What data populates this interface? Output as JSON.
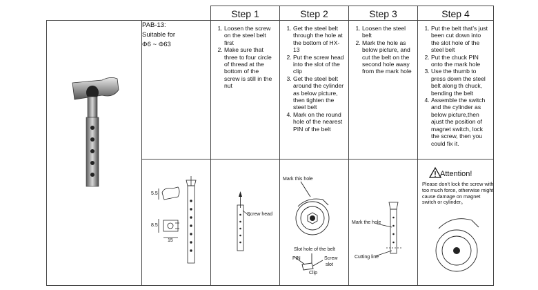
{
  "headers": {
    "step1": "Step 1",
    "step2": "Step 2",
    "step3": "Step 3",
    "step4": "Step 4"
  },
  "model": {
    "line1": "PAB-13:",
    "line2": "Suitable for",
    "line3": "Φ6 ~ Φ63"
  },
  "step1": {
    "items": [
      "Loosen the screw on the steel belt first",
      "Make sure that three to four circle of thread at the bottom of the screw is still in the nut"
    ],
    "labels": {
      "screw_head": "Screw head"
    }
  },
  "step2": {
    "items": [
      "Get the steel belt through the hole at the bottom of HX-13",
      "Put the screw head into the slot of the clip",
      "Get the steel belt around the cylinder as below picture, then tighten the steel belt",
      "Mark on the round hole of the nearest PIN of the belt"
    ],
    "labels": {
      "mark_hole": "Mark this hole",
      "slot_hole": "Slot hole of the belt",
      "pin": "PIN",
      "screw_slot_1": "Screw",
      "screw_slot_2": "slot",
      "clip": "Clip"
    }
  },
  "step3": {
    "items": [
      "Loosen the steel belt",
      "Mark the hole as below picture, and cut the belt on the second hole away from the mark hole"
    ],
    "labels": {
      "mark_hole": "Mark the hole",
      "cutting_line": "Cutting line"
    }
  },
  "step4": {
    "items": [
      "Put the belt that’s just been cut down into the slot hole of the steel belt",
      "Put the chuck PIN onto the mark hole",
      "Use the thumb to press down the steel belt along th chuck, bending the belt",
      "Assemble the switch and the cylinder as below picture,then ajust the position of magnet switch, lock the screw, then you could fix it."
    ]
  },
  "attention": {
    "title": "Attention!",
    "text": "Please don’t lock the screw with too much force, otherwise might cause damage on magnet switch or cylinder。"
  },
  "dims": {
    "d1": "5.5",
    "d2": "8.5",
    "d3": "15"
  }
}
